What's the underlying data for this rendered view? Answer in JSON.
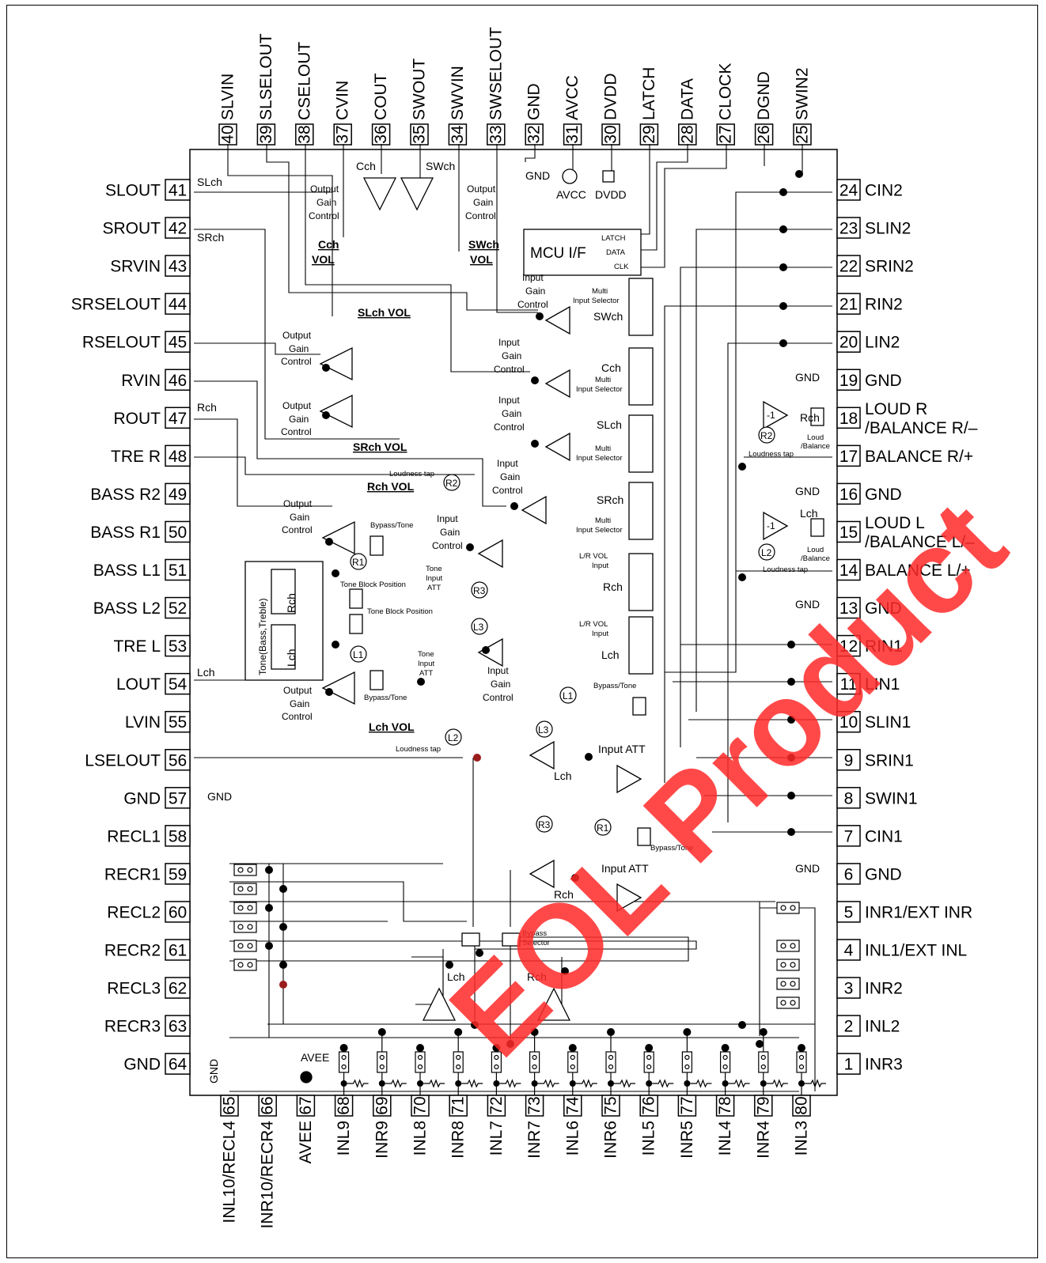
{
  "pins_top": [
    {
      "num": "40",
      "label": "SLVIN"
    },
    {
      "num": "39",
      "label": "SLSELOUT"
    },
    {
      "num": "38",
      "label": "CSELOUT"
    },
    {
      "num": "37",
      "label": "CVIN"
    },
    {
      "num": "36",
      "label": "COUT"
    },
    {
      "num": "35",
      "label": "SWOUT"
    },
    {
      "num": "34",
      "label": "SWVIN"
    },
    {
      "num": "33",
      "label": "SWSELOUT"
    },
    {
      "num": "32",
      "label": "GND"
    },
    {
      "num": "31",
      "label": "AVCC"
    },
    {
      "num": "30",
      "label": "DVDD"
    },
    {
      "num": "29",
      "label": "LATCH"
    },
    {
      "num": "28",
      "label": "DATA"
    },
    {
      "num": "27",
      "label": "CLOCK"
    },
    {
      "num": "26",
      "label": "DGND"
    },
    {
      "num": "25",
      "label": "SWIN2"
    }
  ],
  "pins_left": [
    {
      "num": "41",
      "label": "SLOUT"
    },
    {
      "num": "42",
      "label": "SROUT"
    },
    {
      "num": "43",
      "label": "SRVIN"
    },
    {
      "num": "44",
      "label": "SRSELOUT"
    },
    {
      "num": "45",
      "label": "RSELOUT"
    },
    {
      "num": "46",
      "label": "RVIN"
    },
    {
      "num": "47",
      "label": "ROUT"
    },
    {
      "num": "48",
      "label": "TRE R"
    },
    {
      "num": "49",
      "label": "BASS R2"
    },
    {
      "num": "50",
      "label": "BASS R1"
    },
    {
      "num": "51",
      "label": "BASS L1"
    },
    {
      "num": "52",
      "label": "BASS L2"
    },
    {
      "num": "53",
      "label": "TRE L"
    },
    {
      "num": "54",
      "label": "LOUT"
    },
    {
      "num": "55",
      "label": "LVIN"
    },
    {
      "num": "56",
      "label": "LSELOUT"
    },
    {
      "num": "57",
      "label": "GND"
    },
    {
      "num": "58",
      "label": "RECL1"
    },
    {
      "num": "59",
      "label": "RECR1"
    },
    {
      "num": "60",
      "label": "RECL2"
    },
    {
      "num": "61",
      "label": "RECR2"
    },
    {
      "num": "62",
      "label": "RECL3"
    },
    {
      "num": "63",
      "label": "RECR3"
    },
    {
      "num": "64",
      "label": "GND"
    }
  ],
  "pins_right": [
    {
      "num": "24",
      "label": "CIN2",
      "label2": ""
    },
    {
      "num": "23",
      "label": "SLIN2",
      "label2": ""
    },
    {
      "num": "22",
      "label": "SRIN2",
      "label2": ""
    },
    {
      "num": "21",
      "label": "RIN2",
      "label2": ""
    },
    {
      "num": "20",
      "label": "LIN2",
      "label2": ""
    },
    {
      "num": "19",
      "label": "GND",
      "label2": ""
    },
    {
      "num": "18",
      "label": "LOUD R",
      "label2": "/BALANCE R/–"
    },
    {
      "num": "17",
      "label": "BALANCE R/+",
      "label2": ""
    },
    {
      "num": "16",
      "label": "GND",
      "label2": ""
    },
    {
      "num": "15",
      "label": "LOUD L",
      "label2": "/BALANCE L/–"
    },
    {
      "num": "14",
      "label": "BALANCE L/+",
      "label2": ""
    },
    {
      "num": "13",
      "label": "GND",
      "label2": ""
    },
    {
      "num": "12",
      "label": "RIN1",
      "label2": ""
    },
    {
      "num": "11",
      "label": "LIN1",
      "label2": ""
    },
    {
      "num": "10",
      "label": "SLIN1",
      "label2": ""
    },
    {
      "num": "9",
      "label": "SRIN1",
      "label2": ""
    },
    {
      "num": "8",
      "label": "SWIN1",
      "label2": ""
    },
    {
      "num": "7",
      "label": "CIN1",
      "label2": ""
    },
    {
      "num": "6",
      "label": "GND",
      "label2": ""
    },
    {
      "num": "5",
      "label": "INR1/EXT INR",
      "label2": ""
    },
    {
      "num": "4",
      "label": "INL1/EXT INL",
      "label2": ""
    },
    {
      "num": "3",
      "label": "INR2",
      "label2": ""
    },
    {
      "num": "2",
      "label": "INL2",
      "label2": ""
    },
    {
      "num": "1",
      "label": "INR3",
      "label2": ""
    }
  ],
  "pins_bottom": [
    {
      "num": "65",
      "label": "INL10/RECL4"
    },
    {
      "num": "66",
      "label": "INR10/RECR4"
    },
    {
      "num": "67",
      "label": "AVEE"
    },
    {
      "num": "68",
      "label": "INL9"
    },
    {
      "num": "69",
      "label": "INR9"
    },
    {
      "num": "70",
      "label": "INL8"
    },
    {
      "num": "71",
      "label": "INR8"
    },
    {
      "num": "72",
      "label": "INL7"
    },
    {
      "num": "73",
      "label": "INR7"
    },
    {
      "num": "74",
      "label": "INL6"
    },
    {
      "num": "75",
      "label": "INR6"
    },
    {
      "num": "76",
      "label": "INL5"
    },
    {
      "num": "77",
      "label": "INR5"
    },
    {
      "num": "78",
      "label": "INL4"
    },
    {
      "num": "79",
      "label": "INR4"
    },
    {
      "num": "80",
      "label": "INL3"
    }
  ],
  "labels": {
    "slch": "SLch",
    "srch": "SRch",
    "rch": "Rch",
    "lch": "Lch",
    "cch": "Cch",
    "swch": "SWch",
    "output": "Output",
    "gain": "Gain",
    "control": "Control",
    "input": "Input",
    "cch_vol": "Cch",
    "swch_vol": "SWch",
    "vol": "VOL",
    "slch_vol": "SLch VOL",
    "srch_vol": "SRch VOL",
    "rch_vol": "Rch VOL",
    "lch_vol": "Lch VOL",
    "gnd": "GND",
    "avcc": "AVCC",
    "dvdd": "DVDD",
    "avee": "AVEE",
    "mcu": "MCU I/F",
    "latch": "LATCH",
    "data": "DATA",
    "clk": "CLK",
    "multi": "Multi",
    "input_selector": "Input Selector",
    "lr_vol": "L/R VOL",
    "input_att": "Input ATT",
    "loudness_tap": "Loudness tap",
    "bypass_tone": "Bypass/Tone",
    "tone_block_position": "Tone Block Position",
    "tone": "Tone",
    "input_att_lbl": "Input",
    "att": "ATT",
    "tone_bass_treble": "Tone(Bass,Treble)",
    "bypass": "Bypass",
    "selector": "Selector",
    "loud": "Loud",
    "balance": "/Balance",
    "neg1": "-1",
    "r1": "R1",
    "r2": "R2",
    "r3": "R3",
    "l1": "L1",
    "l2": "L2",
    "l3": "L3",
    "watermark": "EOL Product"
  }
}
